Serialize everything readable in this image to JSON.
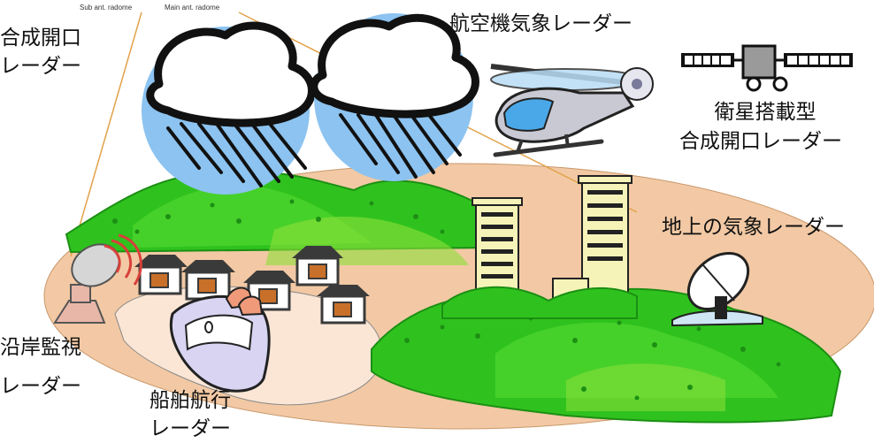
{
  "labels": {
    "sar_airborne": [
      "合成開口",
      "レーダー"
    ],
    "airborne_weather": "航空機気象レーダー",
    "satellite_sar": [
      "衛星搭載型",
      "合成開口レーダー"
    ],
    "ground_weather": "地上の気象レーダー",
    "coastal": [
      "沿岸監視",
      "レーダー"
    ],
    "ship": [
      "船舶航行",
      "レーダー"
    ],
    "sub_radome": "Sub ant. radome",
    "main_radome": "Main ant. radome"
  },
  "colors": {
    "hill": "#2fc21e",
    "hill_dark": "#1c8f14",
    "hill_light": "#8ee03a",
    "ground": "#f2c9a4",
    "sea": "#fbe6d6",
    "cloud": "#8cc3f0",
    "building": "#f6f3b8",
    "house_roof": "#3a3a3a",
    "house_wall": "#c8702a",
    "pointer_line": "#e2a24a"
  },
  "icons": [
    "rain-cloud-icon",
    "helicopter-icon",
    "satellite-icon",
    "building-icon",
    "house-icon",
    "ship-icon",
    "radar-dish-icon"
  ]
}
